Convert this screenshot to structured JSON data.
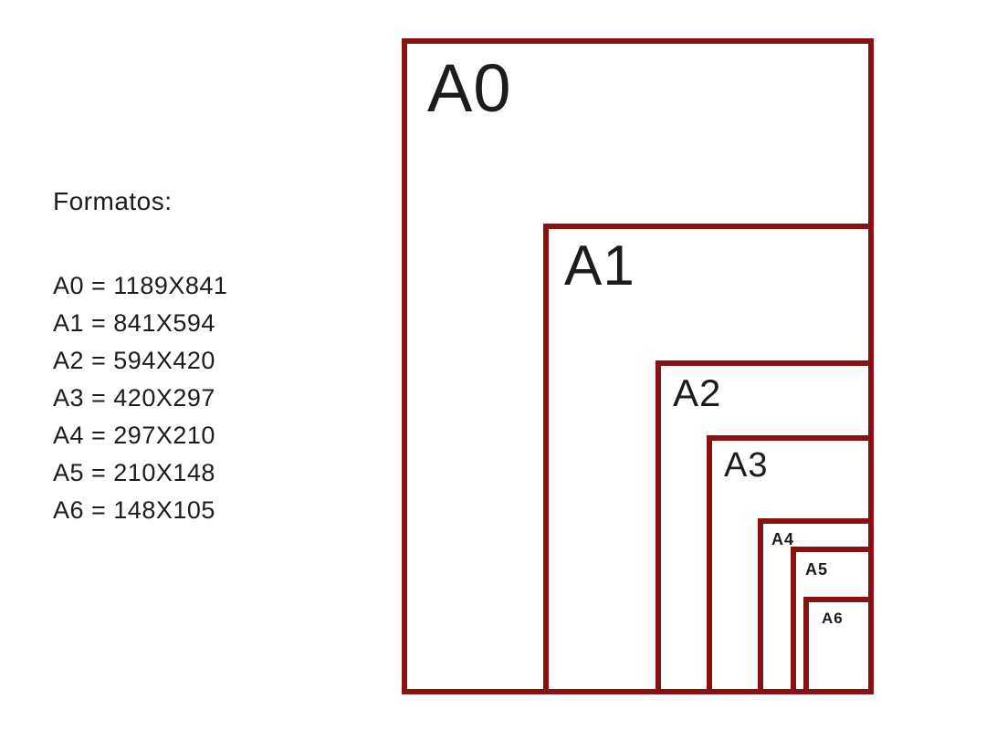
{
  "colors": {
    "border": "#8a1111",
    "text": "#1c1c1c",
    "background": "#ffffff"
  },
  "legend": {
    "title": "Formatos:",
    "items": [
      "A0 = 1189X841",
      "A1 = 841X594",
      "A2 = 594X420",
      "A3 = 420X297",
      "A4 = 297X210",
      "A5 = 210X148",
      "A6 = 148X105"
    ]
  },
  "diagram": {
    "labels": [
      "A0",
      "A1",
      "A2",
      "A3",
      "A4",
      "A5",
      "A6"
    ]
  }
}
